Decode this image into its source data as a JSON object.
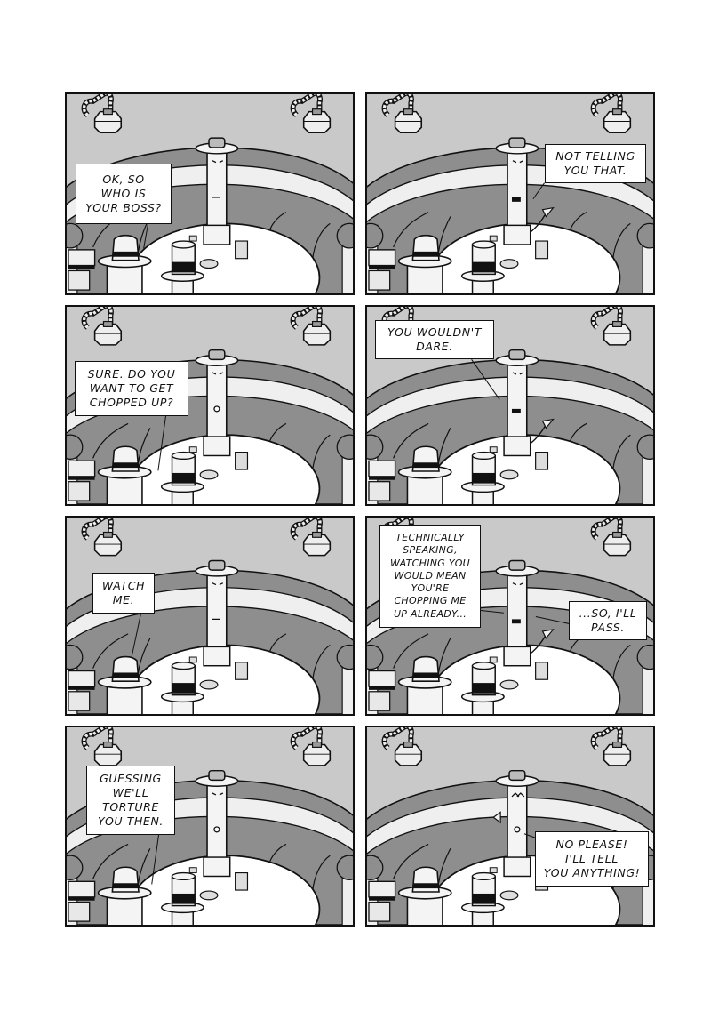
{
  "page": {
    "background": "#ffffff",
    "layout": {
      "rows": 4,
      "columns": 2
    }
  },
  "colors": {
    "wall": "#c9c9c9",
    "booth": "#8e8e8e",
    "booth_trim": "#efefef",
    "table": "#ffffff",
    "outline": "#111111",
    "hat_band": "#111111"
  },
  "panels": [
    {
      "id": 1,
      "speaker": "fedora-character",
      "bubbles": [
        {
          "text": "OK, SO\nWHO IS\nYOUR BOSS?"
        }
      ]
    },
    {
      "id": 2,
      "speaker": "standing-character",
      "bubbles": [
        {
          "text": "NOT TELLING\nYOU THAT."
        }
      ]
    },
    {
      "id": 3,
      "speaker": "fedora-character",
      "bubbles": [
        {
          "text": "SURE. DO YOU\nWANT TO GET\nCHOPPED UP?"
        }
      ]
    },
    {
      "id": 4,
      "speaker": "standing-character",
      "bubbles": [
        {
          "text": "YOU WOULDN'T\nDARE."
        }
      ]
    },
    {
      "id": 5,
      "speaker": "fedora-character",
      "bubbles": [
        {
          "text": "WATCH\nME."
        }
      ]
    },
    {
      "id": 6,
      "speaker": "standing-character",
      "bubbles": [
        {
          "text": "TECHNICALLY\nSPEAKING,\nWATCHING YOU\nWOULD MEAN\nYOU'RE\nCHOPPING ME\nUP ALREADY..."
        },
        {
          "text": "...SO, I'LL\nPASS."
        }
      ]
    },
    {
      "id": 7,
      "speaker": "fedora-character",
      "bubbles": [
        {
          "text": "GUESSING\nWE'LL\nTORTURE\nYOU THEN."
        }
      ]
    },
    {
      "id": 8,
      "speaker": "standing-character",
      "bubbles": [
        {
          "text": "NO PLEASE!\nI'LL TELL\nYOU ANYTHING!"
        }
      ]
    }
  ]
}
